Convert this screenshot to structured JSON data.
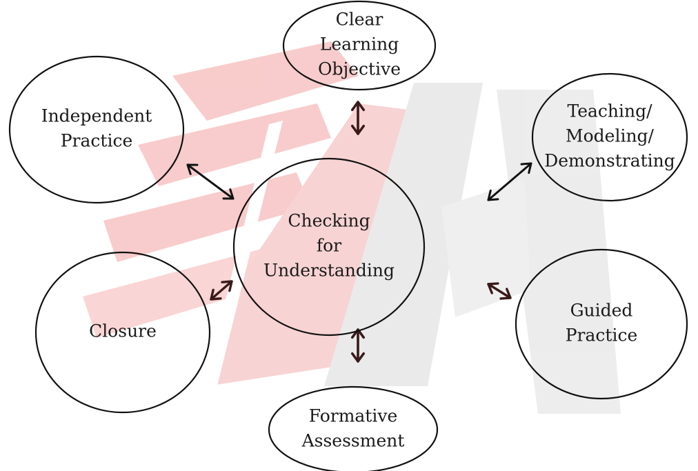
{
  "diagram": {
    "nodes": {
      "center": {
        "lines": [
          "Checking",
          "for",
          "Understanding"
        ]
      },
      "clear_objective": {
        "lines": [
          "Clear",
          "Learning",
          "Objective"
        ]
      },
      "teaching": {
        "lines": [
          "Teaching/",
          "Modeling/",
          "Demonstrating"
        ]
      },
      "guided": {
        "lines": [
          "Guided",
          "Practice"
        ]
      },
      "formative": {
        "lines": [
          "Formative",
          "Assessment"
        ]
      },
      "closure": {
        "lines": [
          "Closure"
        ]
      },
      "independent": {
        "lines": [
          "Independent",
          "Practice"
        ]
      }
    },
    "edges": [
      {
        "from": "center",
        "to": "clear_objective",
        "type": "bidirectional"
      },
      {
        "from": "center",
        "to": "teaching",
        "type": "bidirectional"
      },
      {
        "from": "center",
        "to": "guided",
        "type": "bidirectional"
      },
      {
        "from": "center",
        "to": "formative",
        "type": "bidirectional"
      },
      {
        "from": "center",
        "to": "closure",
        "type": "bidirectional"
      },
      {
        "from": "center",
        "to": "independent",
        "type": "bidirectional"
      }
    ]
  },
  "colors": {
    "watermark_red": "#f2a6a6",
    "watermark_gray": "#dcdcdc",
    "stroke": "#111111",
    "arrow_dark": "#3a1a1a"
  }
}
